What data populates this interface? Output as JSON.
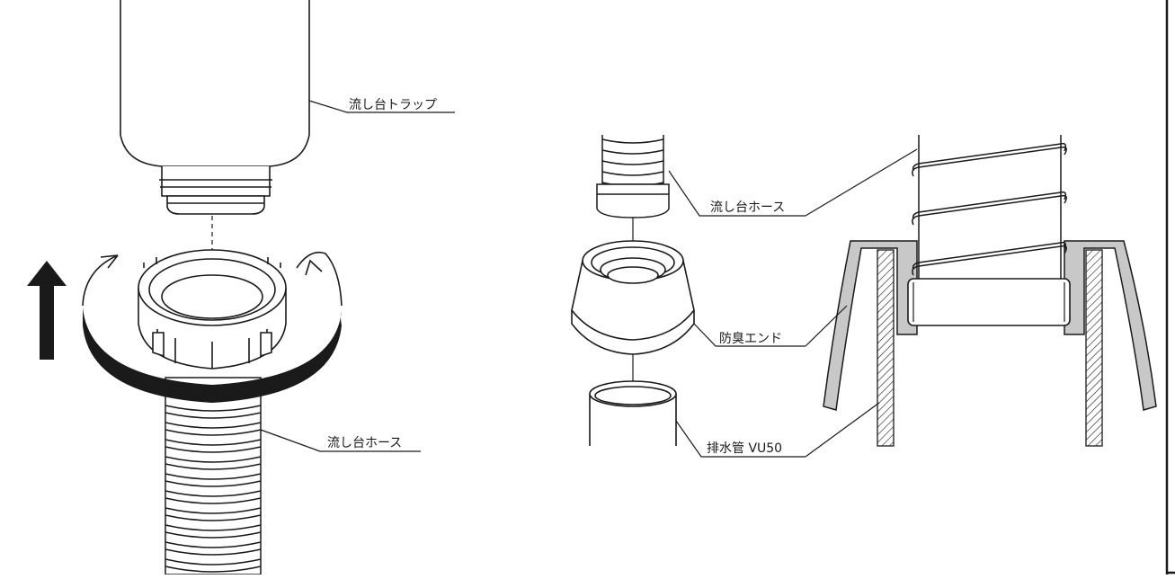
{
  "labels": {
    "trap": "流し台トラップ",
    "hose_left": "流し台ホース",
    "hose_right": "流し台ホース",
    "odor_end": "防臭エンド",
    "drain_pipe": "排水管 VU50"
  },
  "colors": {
    "line": "#1a1a1a",
    "fill": "#ffffff",
    "band": "#1a1a1a",
    "cap": "#c8c8c8"
  }
}
